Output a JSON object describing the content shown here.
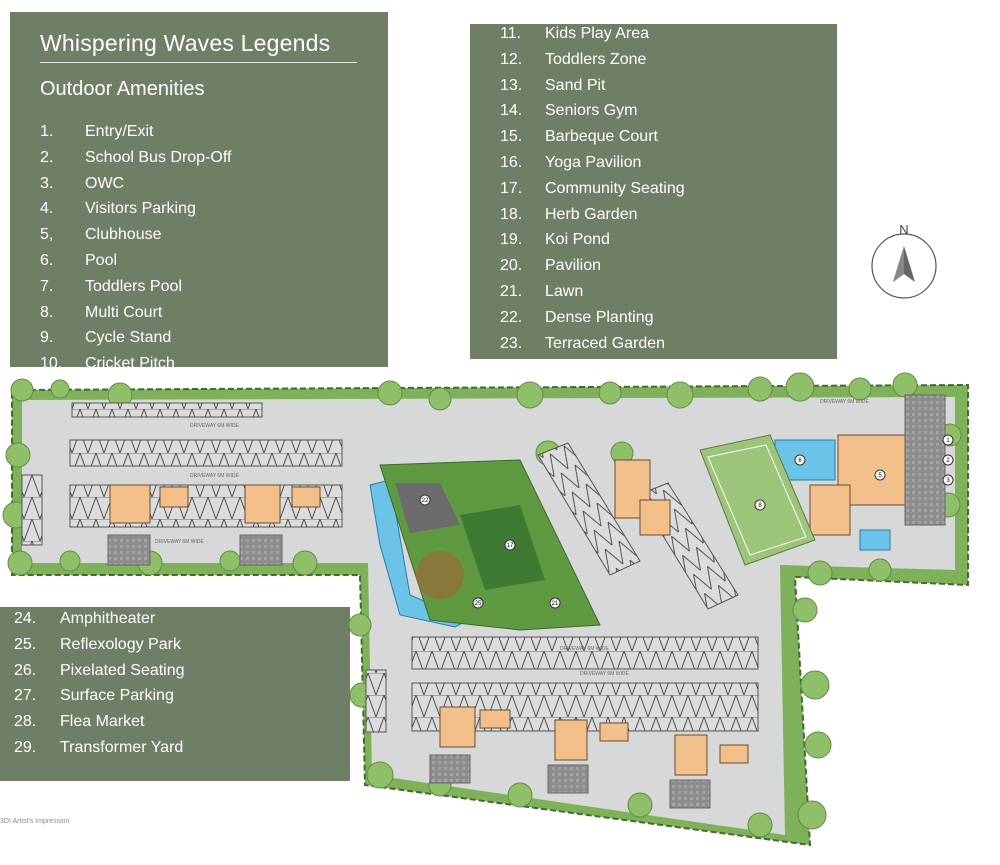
{
  "legend": {
    "title": "Whispering Waves Legends",
    "subtitle": "Outdoor Amenities",
    "column_a": [
      {
        "num": "1.",
        "label": "Entry/Exit"
      },
      {
        "num": "2.",
        "label": "School Bus Drop-Off"
      },
      {
        "num": "3.",
        "label": "OWC"
      },
      {
        "num": "4.",
        "label": "Visitors Parking"
      },
      {
        "num": "5,",
        "label": "Clubhouse"
      },
      {
        "num": "6.",
        "label": "Pool"
      },
      {
        "num": "7.",
        "label": "Toddlers Pool"
      },
      {
        "num": "8.",
        "label": "Multi Court"
      },
      {
        "num": "9.",
        "label": "Cycle Stand"
      },
      {
        "num": "10.",
        "label": "Cricket Pitch"
      }
    ],
    "column_b": [
      {
        "num": "11.",
        "label": "Kids Play Area"
      },
      {
        "num": "12.",
        "label": "Toddlers Zone"
      },
      {
        "num": "13.",
        "label": "Sand Pit"
      },
      {
        "num": "14.",
        "label": "Seniors Gym"
      },
      {
        "num": "15.",
        "label": "Barbeque Court"
      },
      {
        "num": "16.",
        "label": "Yoga Pavilion"
      },
      {
        "num": "17.",
        "label": "Community Seating"
      },
      {
        "num": "18.",
        "label": "Herb Garden"
      },
      {
        "num": "19.",
        "label": "Koi Pond"
      },
      {
        "num": "20.",
        "label": "Pavilion"
      },
      {
        "num": "21.",
        "label": "Lawn"
      },
      {
        "num": "22.",
        "label": "Dense Planting"
      },
      {
        "num": "23.",
        "label": "Terraced Garden"
      }
    ],
    "column_c": [
      {
        "num": "24.",
        "label": "Amphitheater"
      },
      {
        "num": "25.",
        "label": "Reflexology Park"
      },
      {
        "num": "26.",
        "label": "Pixelated Seating"
      },
      {
        "num": "27.",
        "label": "Surface Parking"
      },
      {
        "num": "28.",
        "label": "Flea Market"
      },
      {
        "num": "29.",
        "label": "Transformer Yard"
      }
    ]
  },
  "compass": {
    "label": "N"
  },
  "map": {
    "driveway_labels": [
      "DRIVEWAY 6M WIDE",
      "DRIVEWAY 6M WIDE",
      "DRIVEWAY 6M WIDE",
      "DRIVEWAY 6M WIDE",
      "DRIVEWAY 6M WIDE",
      "DRIVEWAY 6M WIDE"
    ],
    "amenity_markers": [
      "1",
      "2",
      "3",
      "5",
      "6",
      "8",
      "17",
      "21",
      "22",
      "25"
    ]
  },
  "footnote": "3DI Artist's Impression",
  "colors": {
    "legend_bg": "#6f7f65",
    "legend_text": "#ffffff",
    "road": "#d7d8d8",
    "grass": "#7eb15a",
    "tree": "#8fbf68",
    "pool": "#6cc3e8",
    "building": "#f2c08b",
    "paving": "#8e8e8e"
  }
}
